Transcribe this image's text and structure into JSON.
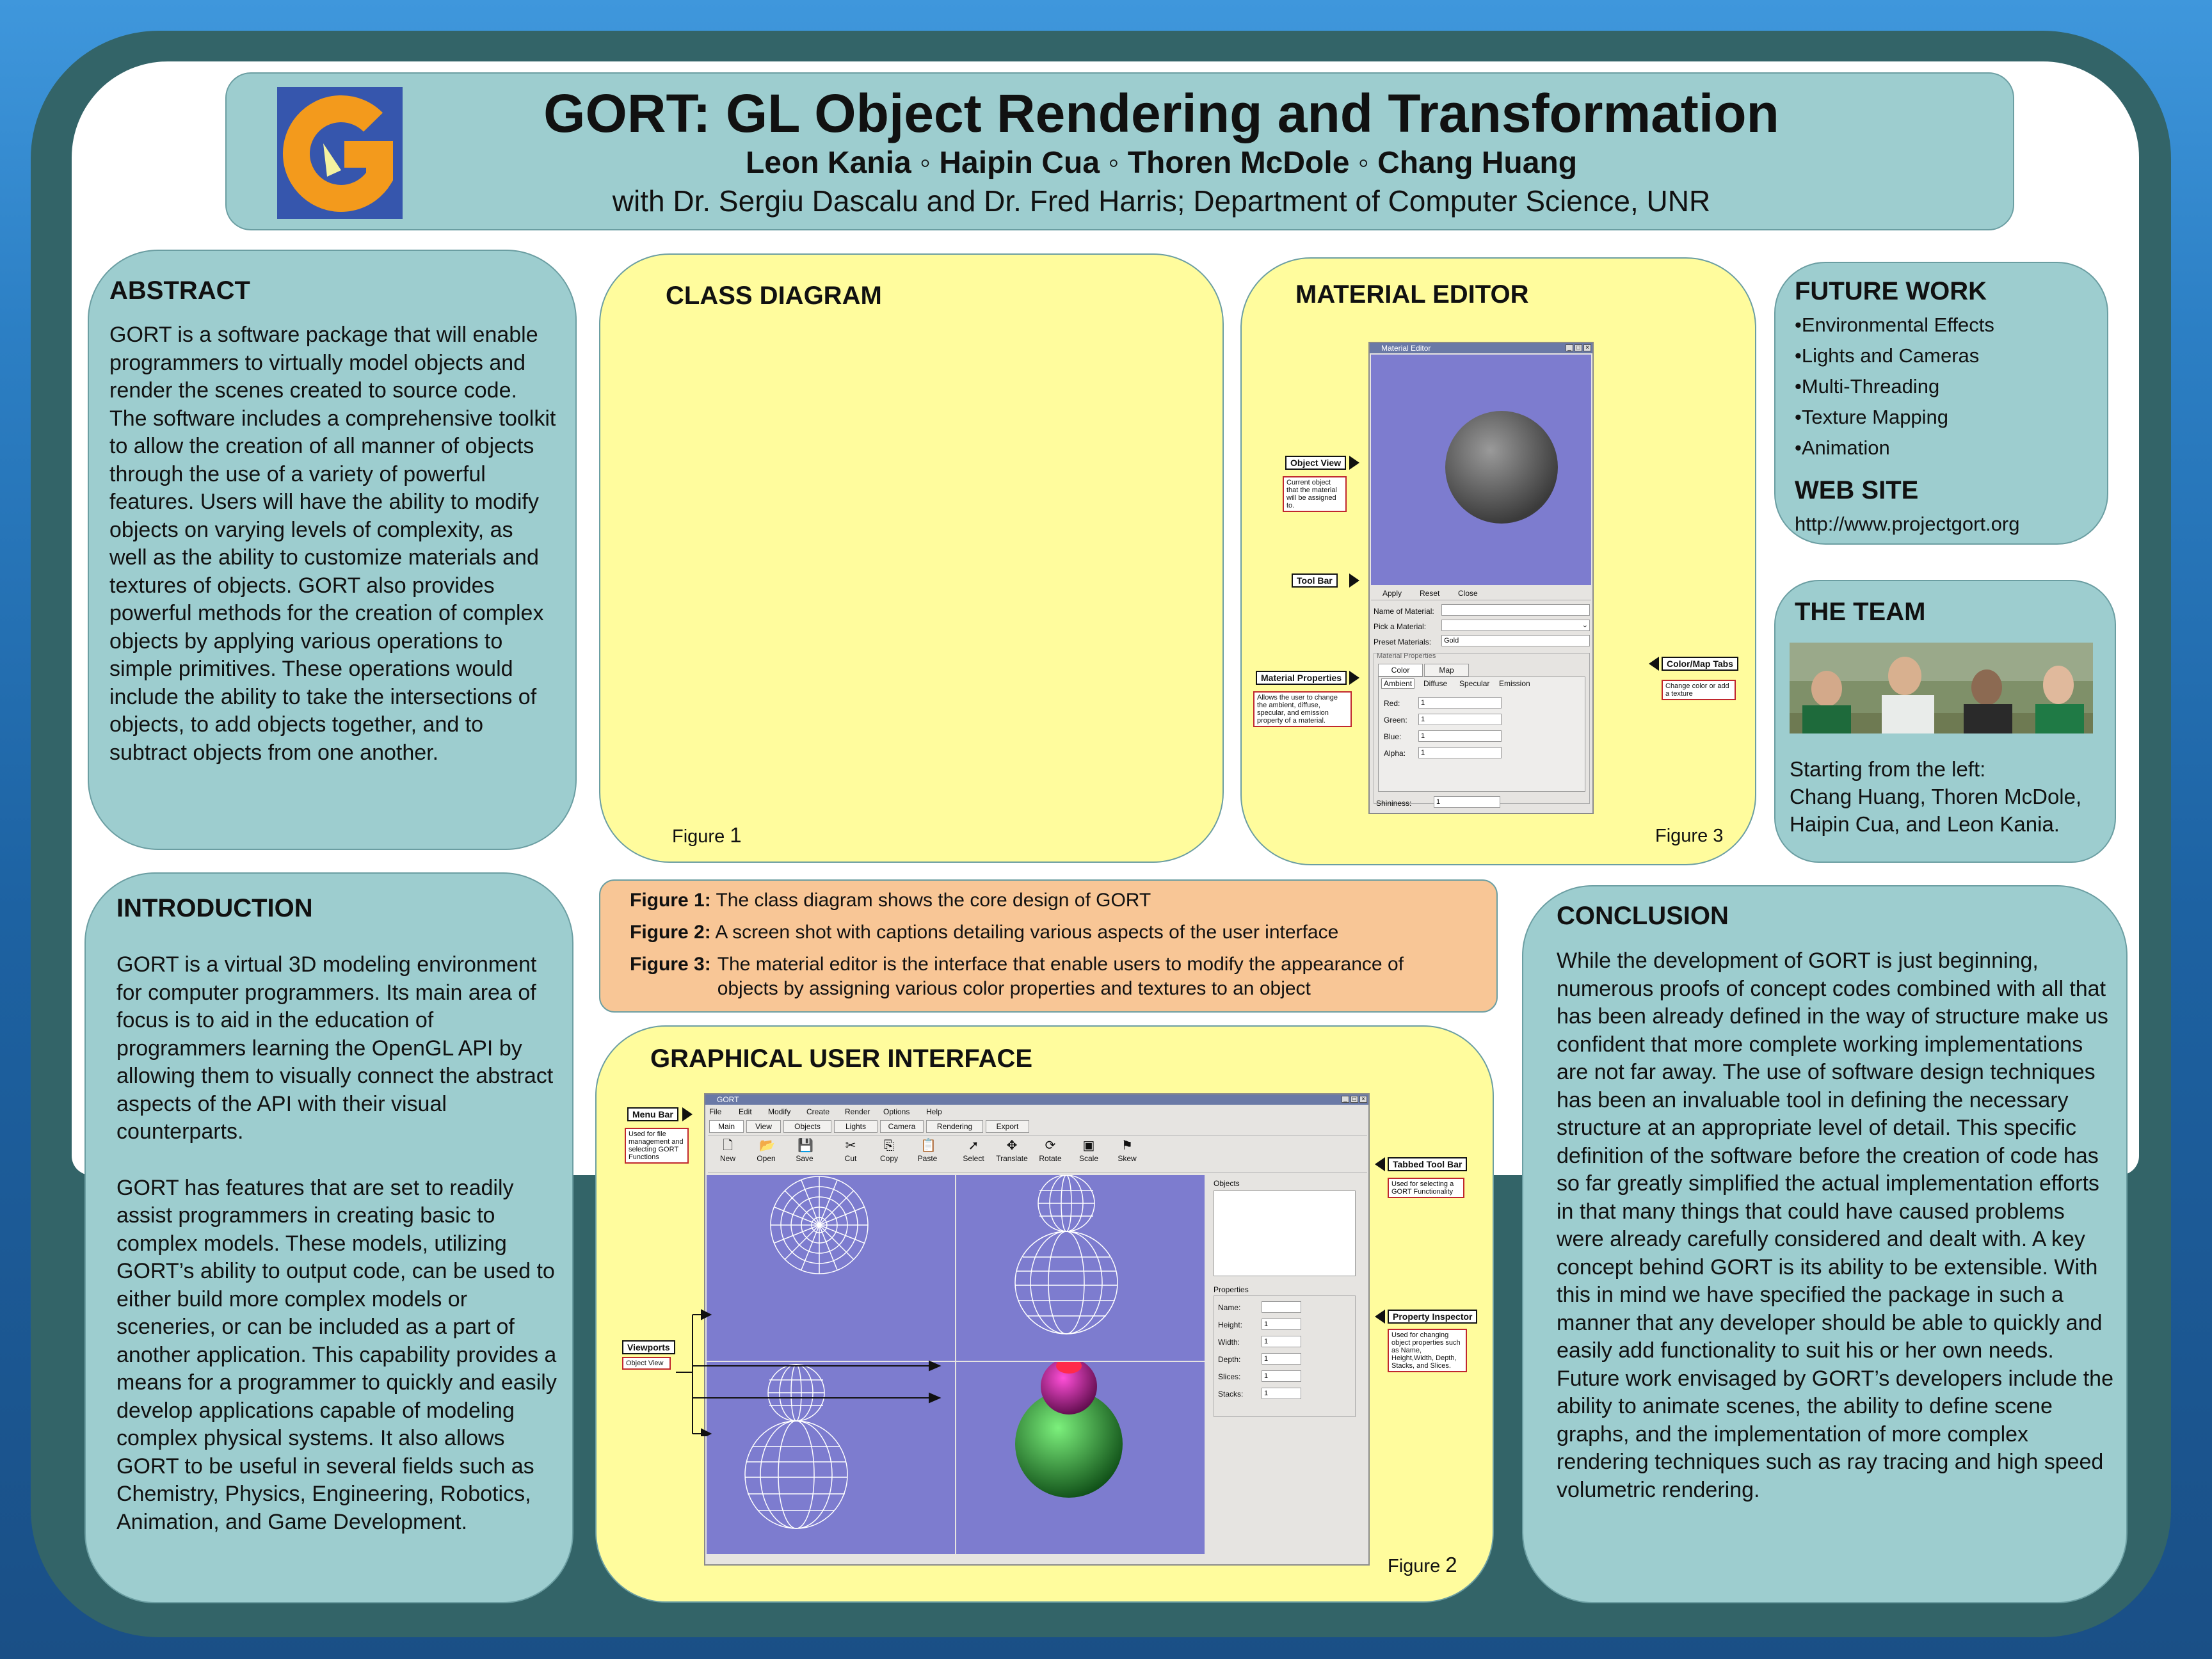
{
  "header": {
    "title": "GORT: GL Object Rendering and Transformation",
    "authors": "Leon Kania ◦ Haipin Cua ◦ Thoren McDole ◦ Chang Huang",
    "affiliation": "with Dr. Sergiu Dascalu and Dr. Fred Harris; Department of Computer Science, UNR"
  },
  "logo_icon": "gort-logo-icon",
  "colors": {
    "teal_box": "#9dcdcf",
    "yellow_box": "#fffc9d",
    "orange_box": "#f8c696",
    "frame": "#336468",
    "viewport": "#7d7ccf"
  },
  "abstract": {
    "heading": "ABSTRACT",
    "body": "GORT is a software package that will enable programmers to virtually model objects and render the scenes created to source code. The software includes a comprehensive toolkit to allow the creation of all manner of objects through the use of a variety of powerful features. Users will have the ability to modify objects on varying levels of complexity, as well as the ability to customize materials and textures of objects. GORT also provides powerful methods for the creation of complex objects by applying various operations to simple primitives. These operations would include the ability to take the intersections of objects, to add objects together, and to subtract objects from one another."
  },
  "introduction": {
    "heading": "INTRODUCTION",
    "p1": "GORT is a virtual 3D modeling environment for computer programmers. Its main area of focus is to aid in the education of programmers learning the OpenGL API by allowing them to visually connect the abstract aspects of the API with their visual counterparts.",
    "p2": "GORT has features that are set to readily assist programmers in creating basic to complex models. These models, utilizing GORT’s ability to output code, can be used to either build more complex models or sceneries, or can be included as a part of another application. This capability provides a means for a programmer to quickly and easily develop applications capable of modeling complex physical systems. It also allows GORT to be useful in several fields such as Chemistry, Physics, Engineering, Robotics, Animation, and Game Development."
  },
  "class_diagram": {
    "heading": "CLASS DIAGRAM",
    "figure_word": "Figure ",
    "figure_num": "1"
  },
  "material_editor": {
    "heading": "MATERIAL EDITOR",
    "figure_word": "Figure ",
    "figure_num": "3",
    "window_title": "Material Editor",
    "toolbar": [
      "Apply",
      "Reset",
      "Close"
    ],
    "name_label": "Name of Material:",
    "pick_label": "Pick a Material:",
    "preset_label": "Preset Materials:",
    "preset_value": "Gold",
    "group_label": "Material Properties",
    "tabs": [
      "Color",
      "Map"
    ],
    "subtabs": [
      "Ambient",
      "Diffuse",
      "Specular",
      "Emission"
    ],
    "rows": [
      {
        "label": "Red:",
        "value": "1"
      },
      {
        "label": "Green:",
        "value": "1"
      },
      {
        "label": "Blue:",
        "value": "1"
      },
      {
        "label": "Alpha:",
        "value": "1"
      }
    ],
    "shininess_label": "Shininess:",
    "shininess_value": "1",
    "callouts": {
      "object_view": "Object View",
      "object_view_note": "Current object that the material will be assigned to.",
      "tool_bar": "Tool Bar",
      "material_properties": "Material Properties",
      "material_properties_note": "Allows the user to change the ambient, diffuse, specular, and emission property of a material.",
      "color_map_tabs": "Color/Map Tabs",
      "color_map_note": "Change color or add a texture"
    }
  },
  "future_work": {
    "heading": "FUTURE WORK",
    "items": [
      "•Environmental Effects",
      "•Lights and Cameras",
      "•Multi-Threading",
      "•Texture Mapping",
      "•Animation"
    ],
    "web_heading": "WEB SITE",
    "url": "http://www.projectgort.org"
  },
  "team": {
    "heading": "THE TEAM",
    "caption": "Starting from the left:\nChang Huang, Thoren McDole, Haipin Cua, and Leon Kania."
  },
  "figure_captions": [
    {
      "label": "Figure 1:",
      "text": "The class diagram shows the core design of GORT"
    },
    {
      "label": "Figure 2:",
      "text": "A screen shot with captions detailing various aspects of the user interface"
    },
    {
      "label": "Figure 3:",
      "text": "The material editor is the interface that enable users to modify the appearance of objects by assigning various color properties and textures to an object"
    }
  ],
  "gui": {
    "heading": "GRAPHICAL USER INTERFACE",
    "figure_word": "Figure ",
    "figure_num": "2",
    "window_title": "GORT",
    "menu": [
      "File",
      "Edit",
      "Modify",
      "Create",
      "Render",
      "Options",
      "Help"
    ],
    "tabs": [
      "Main",
      "View",
      "Objects",
      "Lights",
      "Camera",
      "Rendering",
      "Export"
    ],
    "tools": [
      {
        "label": "New",
        "icon": "new-file-icon",
        "glyph": "🗋"
      },
      {
        "label": "Open",
        "icon": "open-folder-icon",
        "glyph": "📂"
      },
      {
        "label": "Save",
        "icon": "save-disk-icon",
        "glyph": "💾"
      },
      {
        "label": "Cut",
        "icon": "scissors-icon",
        "glyph": "✂"
      },
      {
        "label": "Copy",
        "icon": "copy-icon",
        "glyph": "⎘"
      },
      {
        "label": "Paste",
        "icon": "paste-icon",
        "glyph": "📋"
      },
      {
        "label": "Select",
        "icon": "select-icon",
        "glyph": "➚"
      },
      {
        "label": "Translate",
        "icon": "translate-icon",
        "glyph": "✥"
      },
      {
        "label": "Rotate",
        "icon": "rotate-icon",
        "glyph": "⟳"
      },
      {
        "label": "Scale",
        "icon": "scale-icon",
        "glyph": "▣"
      },
      {
        "label": "Skew",
        "icon": "skew-icon",
        "glyph": "⚑"
      }
    ],
    "objects_label": "Objects",
    "properties_label": "Properties",
    "properties": [
      {
        "label": "Name:",
        "value": ""
      },
      {
        "label": "Height:",
        "value": "1"
      },
      {
        "label": "Width:",
        "value": "1"
      },
      {
        "label": "Depth:",
        "value": "1"
      },
      {
        "label": "Slices:",
        "value": "1"
      },
      {
        "label": "Stacks:",
        "value": "1"
      }
    ],
    "callouts": {
      "menu_bar": "Menu Bar",
      "menu_bar_note": "Used for file management and selecting GORT Functions",
      "viewports": "Viewports",
      "viewports_note": "Object View",
      "tabbed_tool_bar": "Tabbed Tool Bar",
      "tabbed_tool_bar_note": "Used for selecting a GORT Functionality",
      "property_inspector": "Property Inspector",
      "property_inspector_note": "Used for changing object properties such as Name, Height,Width, Depth, Stacks, and Slices."
    }
  },
  "conclusion": {
    "heading": "CONCLUSION",
    "body": "While the development of GORT is just beginning, numerous proofs of concept codes combined with all that has been already defined in the way of structure make us confident that more complete working implementations are not far away. The use of software design techniques has been an invaluable tool in defining the necessary structure at an appropriate level of detail. This specific definition of the software before the creation of code has so far greatly simplified the actual implementation efforts in that many things that could have caused problems were already carefully considered and dealt with. A key concept behind GORT is its ability to be extensible. With this in mind we have specified the package in such a manner that any developer should be able to quickly and easily add functionality to suit his or her own needs. Future work envisaged by GORT’s developers include the ability to animate scenes, the ability to define scene graphs, and the implementation of more complex rendering techniques such as ray tracing and high speed volumetric rendering."
  }
}
